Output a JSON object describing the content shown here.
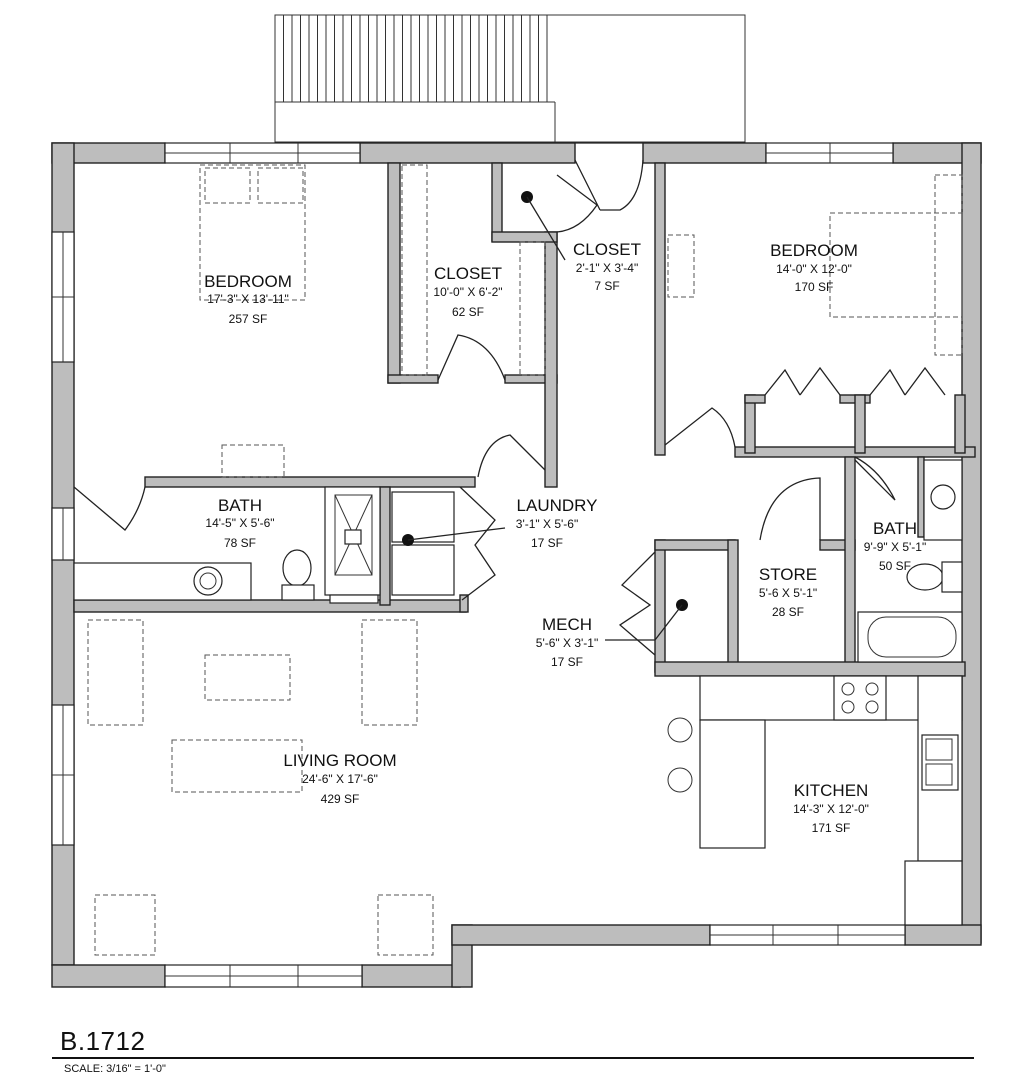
{
  "drawing": {
    "sheet_id": "B.1712",
    "scale": "SCALE:  3/16\" = 1'-0\""
  },
  "rooms": {
    "bedroom_1": {
      "name": "BEDROOM",
      "dims": "17'-3\" X 13'-11\"",
      "area": "257 SF"
    },
    "closet_1": {
      "name": "CLOSET",
      "dims": "10'-0\" X 6'-2\"",
      "area": "62 SF"
    },
    "closet_2": {
      "name": "CLOSET",
      "dims": "2'-1\" X 3'-4\"",
      "area": "7 SF"
    },
    "bedroom_2": {
      "name": "BEDROOM",
      "dims": "14'-0\" X 12'-0\"",
      "area": "170 SF"
    },
    "bath_1": {
      "name": "BATH",
      "dims": "14'-5\" X 5'-6\"",
      "area": "78 SF"
    },
    "laundry": {
      "name": "LAUNDRY",
      "dims": "3'-1\" X 5'-6\"",
      "area": "17 SF"
    },
    "bath_2": {
      "name": "BATH",
      "dims": "9'-9\" X 5'-1\"",
      "area": "50 SF"
    },
    "store": {
      "name": "STORE",
      "dims": "5'-6 X 5'-1\"",
      "area": "28 SF"
    },
    "mech": {
      "name": "MECH",
      "dims": "5'-6\" X 3'-1\"",
      "area": "17 SF"
    },
    "living": {
      "name": "LIVING ROOM",
      "dims": "24'-6\" X 17'-6\"",
      "area": "429 SF"
    },
    "kitchen": {
      "name": "KITCHEN",
      "dims": "14'-3\" X 12'-0\"",
      "area": "171 SF"
    }
  },
  "colors": {
    "wall_fill": "#bdbdbd",
    "line": "#222222",
    "background": "#ffffff"
  }
}
